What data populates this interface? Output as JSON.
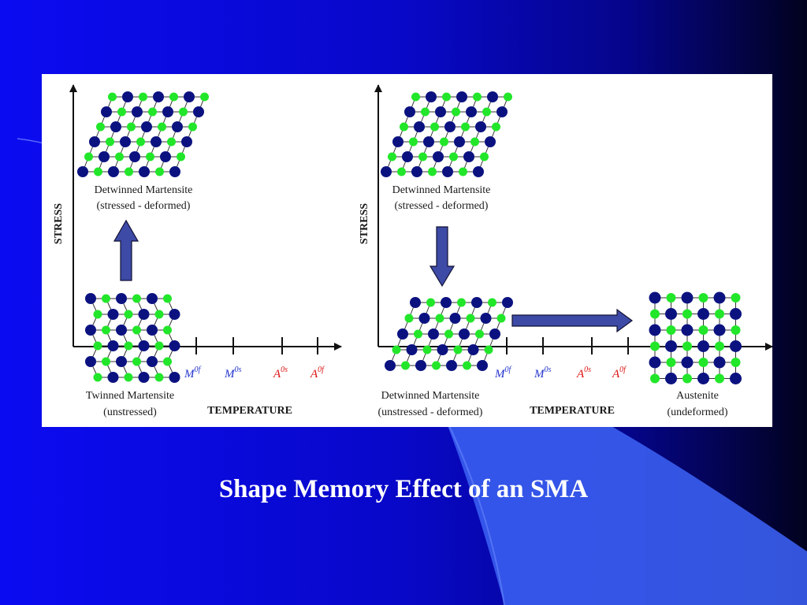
{
  "slide": {
    "caption": "Shape Memory Effect of an SMA",
    "colors": {
      "background": "#0a0af0",
      "dark_navy": "#030330",
      "light_wedge": "#3a5ef0",
      "atom_dark": "#0b1280",
      "atom_green": "#22e62a",
      "arrow_fill": "#3d4aa6",
      "label_blue": "#2233cc",
      "label_red": "#dd1111"
    }
  },
  "diagram": {
    "left_panel": {
      "y_axis_label": "STRESS",
      "x_axis_label": "TEMPERATURE",
      "top_state": {
        "line1": "Detwinned Martensite",
        "line2": "(stressed - deformed)"
      },
      "bottom_state": {
        "line1": "Twinned Martensite",
        "line2": "(unstressed)"
      },
      "ticks": [
        {
          "main": "M",
          "sup": "0f",
          "color": "blue"
        },
        {
          "main": "M",
          "sup": "0s",
          "color": "blue"
        },
        {
          "main": "A",
          "sup": "0s",
          "color": "red"
        },
        {
          "main": "A",
          "sup": "0f",
          "color": "red"
        }
      ]
    },
    "right_panel": {
      "y_axis_label": "STRESS",
      "x_axis_label": "TEMPERATURE",
      "top_state": {
        "line1": "Detwinned Martensite",
        "line2": "(stressed - deformed)"
      },
      "bottom_state": {
        "line1": "Detwinned Martensite",
        "line2": "(unstressed - deformed)"
      },
      "end_state": {
        "line1": "Austenite",
        "line2": "(undeformed)"
      },
      "ticks": [
        {
          "main": "M",
          "sup": "0f",
          "color": "blue"
        },
        {
          "main": "M",
          "sup": "0s",
          "color": "blue"
        },
        {
          "main": "A",
          "sup": "0s",
          "color": "red"
        },
        {
          "main": "A",
          "sup": "0f",
          "color": "red"
        }
      ]
    }
  }
}
